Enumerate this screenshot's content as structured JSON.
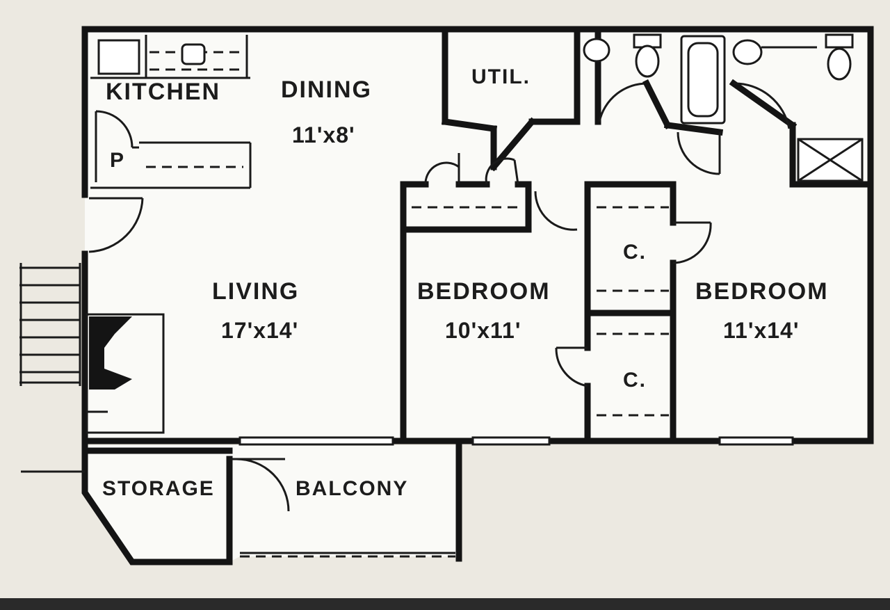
{
  "rooms": {
    "kitchen": {
      "label": "KITCHEN"
    },
    "pantry": {
      "label": "P"
    },
    "dining": {
      "label": "DINING",
      "size": "11'x8'"
    },
    "utility": {
      "label": "UTIL."
    },
    "living": {
      "label": "LIVING",
      "size": "17'x14'"
    },
    "bedroom_1": {
      "label": "BEDROOM",
      "size": "10'x11'"
    },
    "bedroom_2": {
      "label": "BEDROOM",
      "size": "11'x14'"
    },
    "closet_1": {
      "label": "C."
    },
    "closet_2": {
      "label": "C."
    },
    "storage": {
      "label": "STORAGE"
    },
    "balcony": {
      "label": "BALCONY"
    }
  },
  "colors": {
    "background": "#ece9e1",
    "floor": "#fafaf7",
    "walls": "#141414"
  }
}
